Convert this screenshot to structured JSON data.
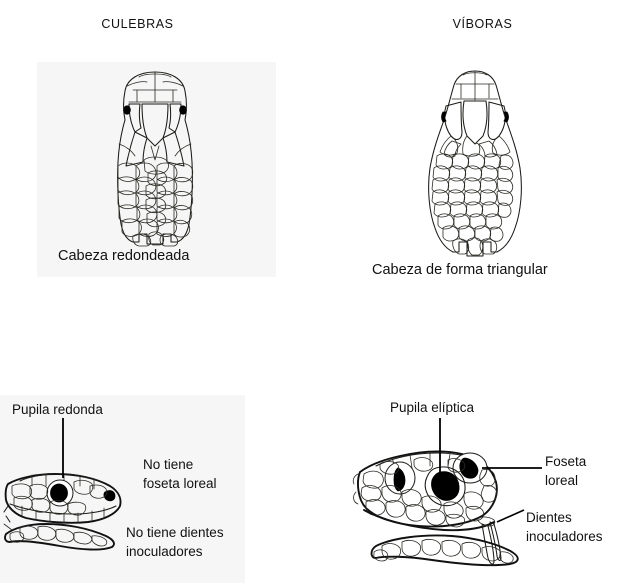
{
  "figure": {
    "columns": [
      {
        "id": "culebras",
        "title": "CULEBRAS"
      },
      {
        "id": "viboras",
        "title": "VÍBORAS"
      }
    ],
    "top_row": {
      "culebras": {
        "caption": "Cabeza redondeada",
        "drawing": "snake-head-dorsal-rounded"
      },
      "viboras": {
        "caption": "Cabeza de forma triangular",
        "drawing": "snake-head-dorsal-triangular"
      }
    },
    "bottom_row": {
      "culebras": {
        "drawing": "snake-head-profile-colubrid",
        "labels": [
          {
            "id": "pupila-redonda",
            "text": "Pupila redonda",
            "leader": true
          },
          {
            "id": "no-foseta-loreal",
            "text": "No tiene\nfoseta loreal",
            "leader": false
          },
          {
            "id": "no-dientes-inoculadores",
            "text": "No tiene dientes\ninoculadores",
            "leader": false
          }
        ]
      },
      "viboras": {
        "drawing": "snake-head-profile-viper",
        "labels": [
          {
            "id": "pupila-eliptica",
            "text": "Pupila elíptica",
            "leader": true
          },
          {
            "id": "foseta-loreal",
            "text": "Foseta\nloreal",
            "leader": true
          },
          {
            "id": "dientes-inoculadores",
            "text": "Dientes\ninoculadores",
            "leader": true
          }
        ]
      }
    }
  },
  "colors": {
    "panel_background": "#f6f6f6",
    "page_background": "#ffffff",
    "ink": "#1b1b18",
    "text": "#111111"
  }
}
